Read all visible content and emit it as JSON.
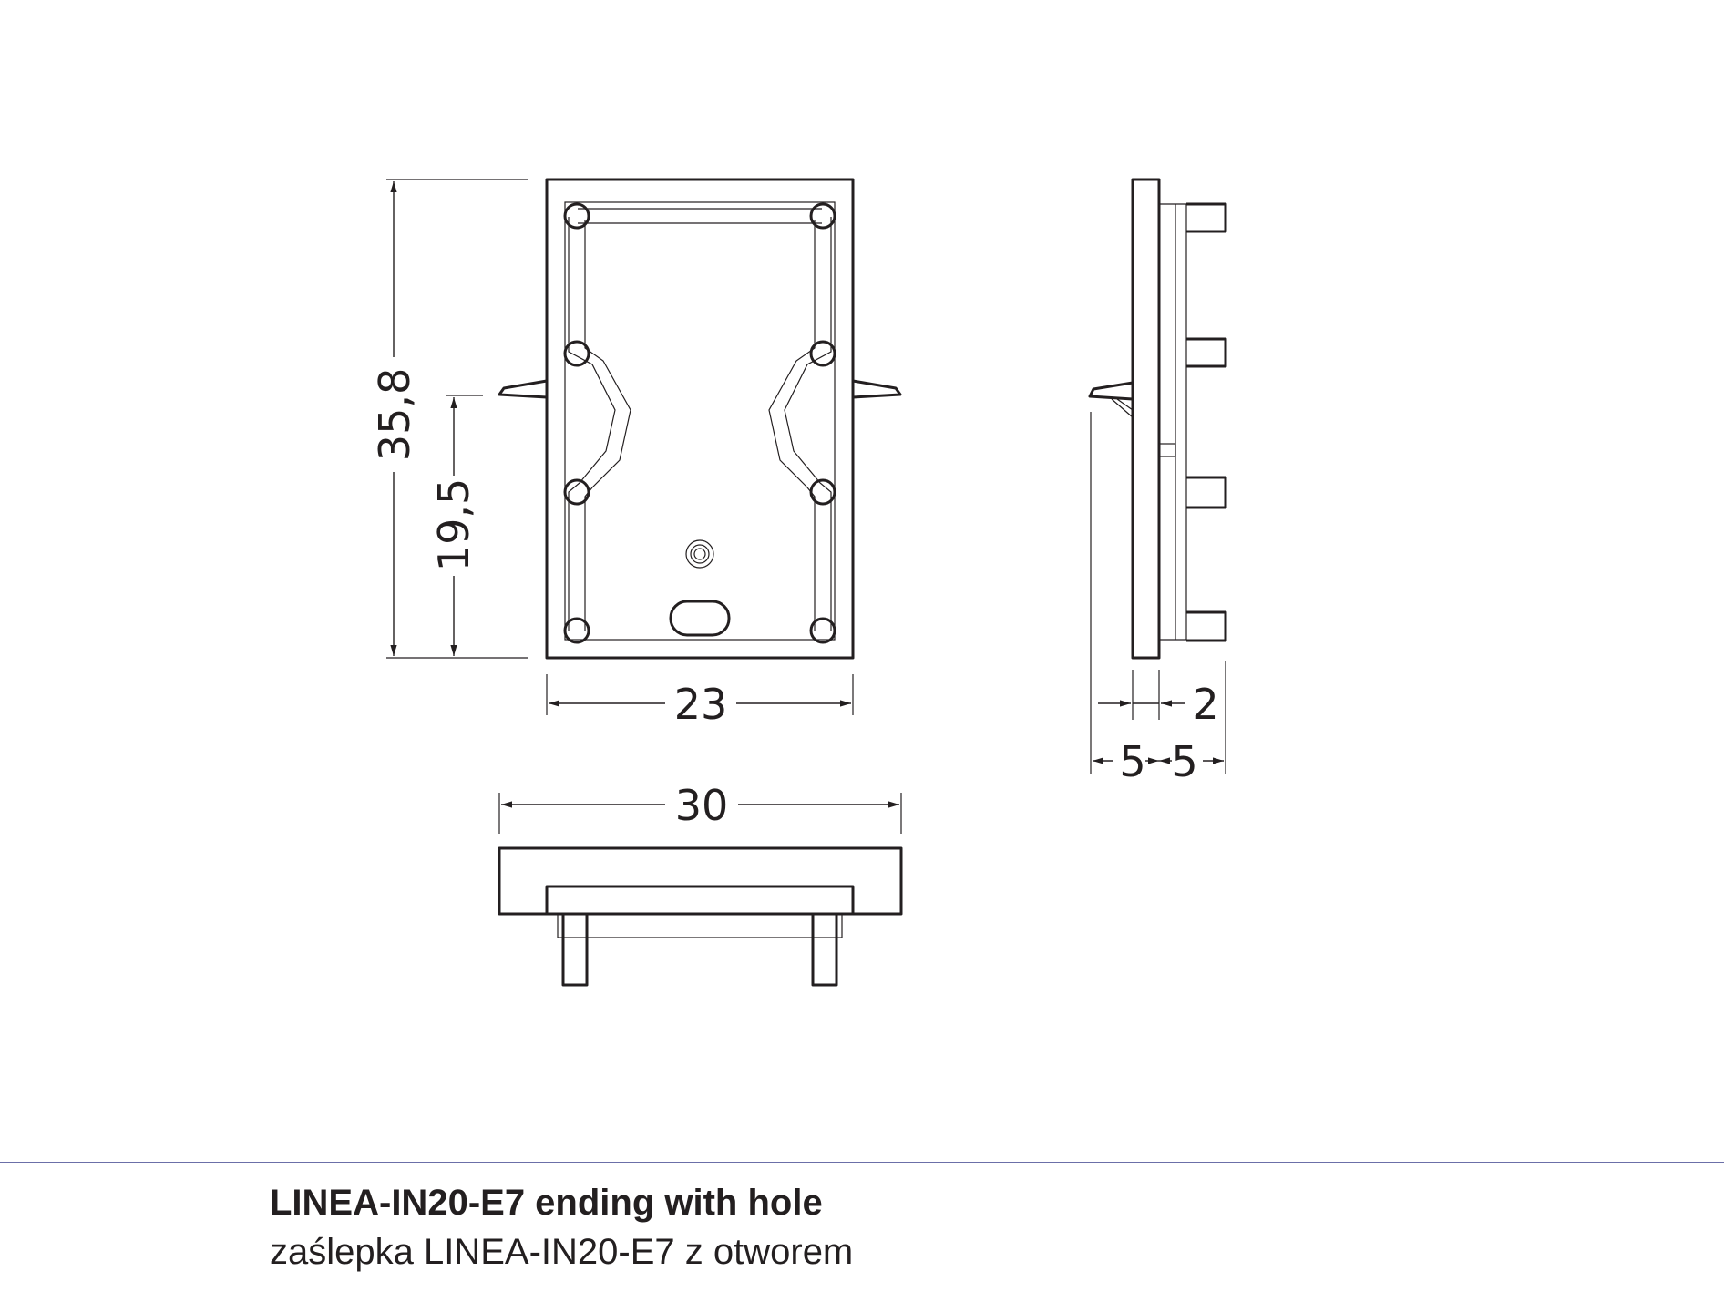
{
  "dimensions": {
    "height_total": "35,8",
    "height_pin": "19,5",
    "width_inner": "23",
    "width_outer": "30",
    "side_wall": "2",
    "side_left": "5",
    "side_right": "5"
  },
  "caption": {
    "title_en": "LINEA-IN20-E7 ending with hole",
    "title_pl": "zaślepka LINEA-IN20-E7 z otworem"
  },
  "colors": {
    "line": "#231f20",
    "rule": "#6b6fa8"
  }
}
